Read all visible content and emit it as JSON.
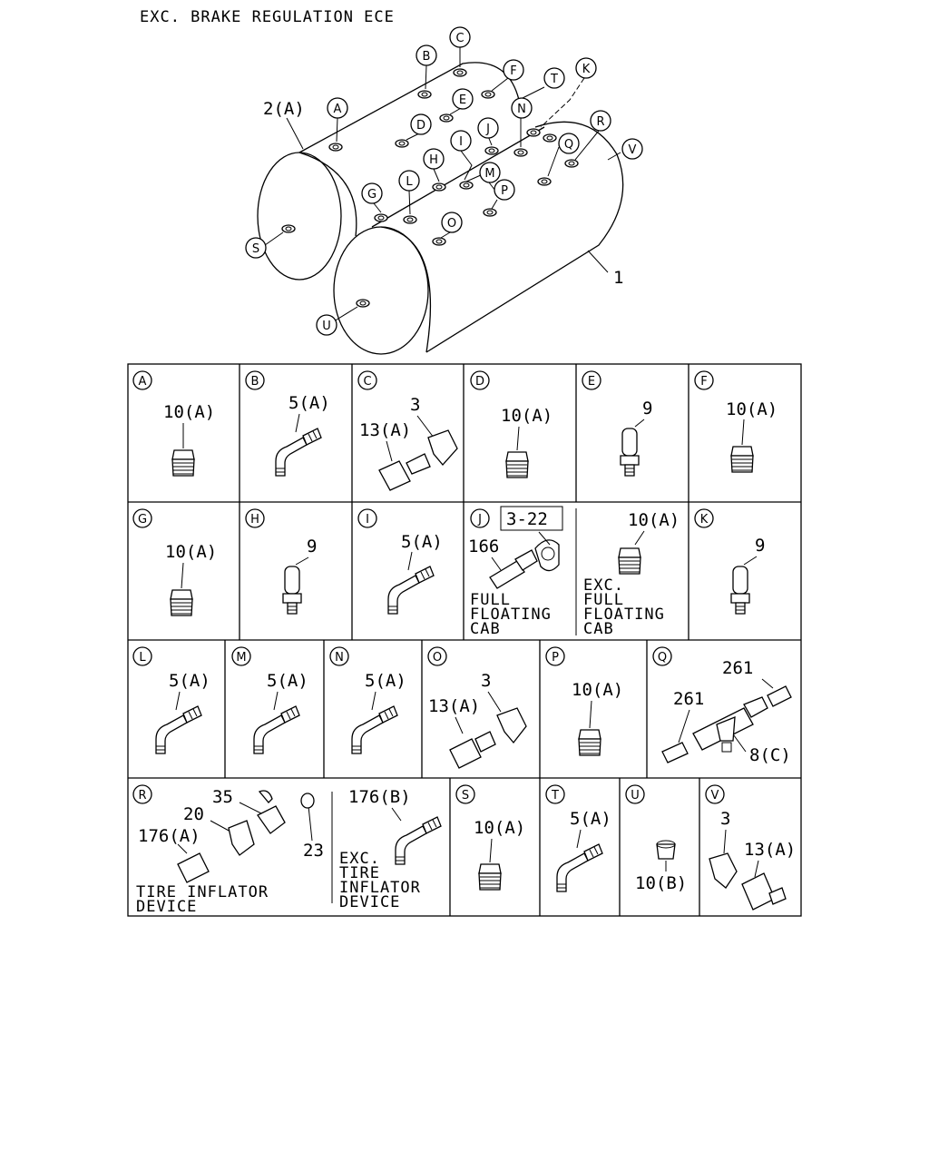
{
  "header": {
    "title": "EXC. BRAKE REGULATION ECE"
  },
  "overview": {
    "callouts": {
      "part_1": "1",
      "tank_2": "2(A)"
    },
    "port_letters": [
      "A",
      "B",
      "C",
      "D",
      "E",
      "F",
      "G",
      "H",
      "I",
      "J",
      "K",
      "L",
      "M",
      "N",
      "O",
      "P",
      "Q",
      "R",
      "S",
      "T",
      "U",
      "V"
    ]
  },
  "cells": {
    "A": {
      "letter": "A",
      "labels": [
        "10(A)"
      ]
    },
    "B": {
      "letter": "B",
      "labels": [
        "5(A)"
      ]
    },
    "C": {
      "letter": "C",
      "labels": [
        "13(A)",
        "3"
      ]
    },
    "D": {
      "letter": "D",
      "labels": [
        "10(A)"
      ]
    },
    "E": {
      "letter": "E",
      "labels": [
        "9"
      ]
    },
    "F": {
      "letter": "F",
      "labels": [
        "10(A)"
      ]
    },
    "G": {
      "letter": "G",
      "labels": [
        "10(A)"
      ]
    },
    "H": {
      "letter": "H",
      "labels": [
        "9"
      ]
    },
    "I": {
      "letter": "I",
      "labels": [
        "5(A)"
      ]
    },
    "J": {
      "letter": "J",
      "ref_box": "3-22",
      "labels": [
        "166",
        "10(A)"
      ],
      "notes": [
        "FULL",
        "FLOATING",
        "CAB",
        "EXC.",
        "FULL",
        "FLOATING",
        "CAB"
      ]
    },
    "K": {
      "letter": "K",
      "labels": [
        "9"
      ]
    },
    "L": {
      "letter": "L",
      "labels": [
        "5(A)"
      ]
    },
    "M": {
      "letter": "M",
      "labels": [
        "5(A)"
      ]
    },
    "N": {
      "letter": "N",
      "labels": [
        "5(A)"
      ]
    },
    "O": {
      "letter": "O",
      "labels": [
        "13(A)",
        "3"
      ]
    },
    "P": {
      "letter": "P",
      "labels": [
        "10(A)"
      ]
    },
    "Q": {
      "letter": "Q",
      "labels": [
        "261",
        "261",
        "8(C)"
      ]
    },
    "R": {
      "letter": "R",
      "labels": [
        "35",
        "20",
        "176(A)",
        "23",
        "176(B)"
      ],
      "notes": [
        "TIRE INFLATOR",
        "DEVICE",
        "EXC.",
        "TIRE",
        "INFLATOR",
        "DEVICE"
      ]
    },
    "S": {
      "letter": "S",
      "labels": [
        "10(A)"
      ]
    },
    "T": {
      "letter": "T",
      "labels": [
        "5(A)"
      ]
    },
    "U": {
      "letter": "U",
      "labels": [
        "10(B)"
      ]
    },
    "V": {
      "letter": "V",
      "labels": [
        "3",
        "13(A)"
      ]
    }
  }
}
